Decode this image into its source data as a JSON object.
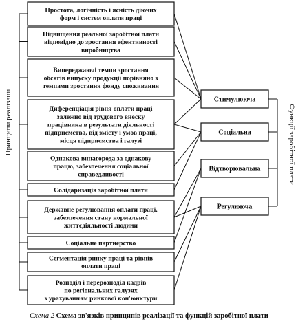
{
  "diagram": {
    "left_label": "Принципи реалізації",
    "right_label": "Функції заробітної плати",
    "principles": [
      [
        "Простота, логічність і ясність діючих",
        "форм і систем оплати праці"
      ],
      [
        "Підвищення реальної заробітної плати",
        "відповідно до зростання ефективності",
        "виробництва"
      ],
      [
        "Випереджаючі темпи зростання",
        "обсягів випуску продукції порівняно з",
        "темпами зростання фонду споживання"
      ],
      [
        "Диференціація рівня оплати праці",
        "залежно від трудового внеску",
        "працівника в результати діяльності",
        "підприємства, від змісту і умов праці,",
        "місця підприємства і галузі"
      ],
      [
        "Однакова винагорода за однакову",
        "працю, забезпечення соціальної",
        "справедливості"
      ],
      [
        "Солідаризація заробітної плати"
      ],
      [
        "Державне регулювання оплати праці,",
        "забезпечення стану нормальної",
        "життєдіяльності людини"
      ],
      [
        "Соціальне партнерство"
      ],
      [
        "Сегментація ринку праці та рівнів",
        "оплати праці"
      ],
      [
        "Розподіл і перерозподіл кадрів",
        "по регіональних галузях",
        "з урахуванням ринкової кон'юнктури"
      ]
    ],
    "functions": [
      "Стимулююча",
      "Соціальна",
      "Відтворювальна",
      "Регулююча"
    ]
  },
  "caption": {
    "label": "Схема 2",
    "text": "Схема зв'язків принципів реалізації та функцій заробітної плати"
  }
}
